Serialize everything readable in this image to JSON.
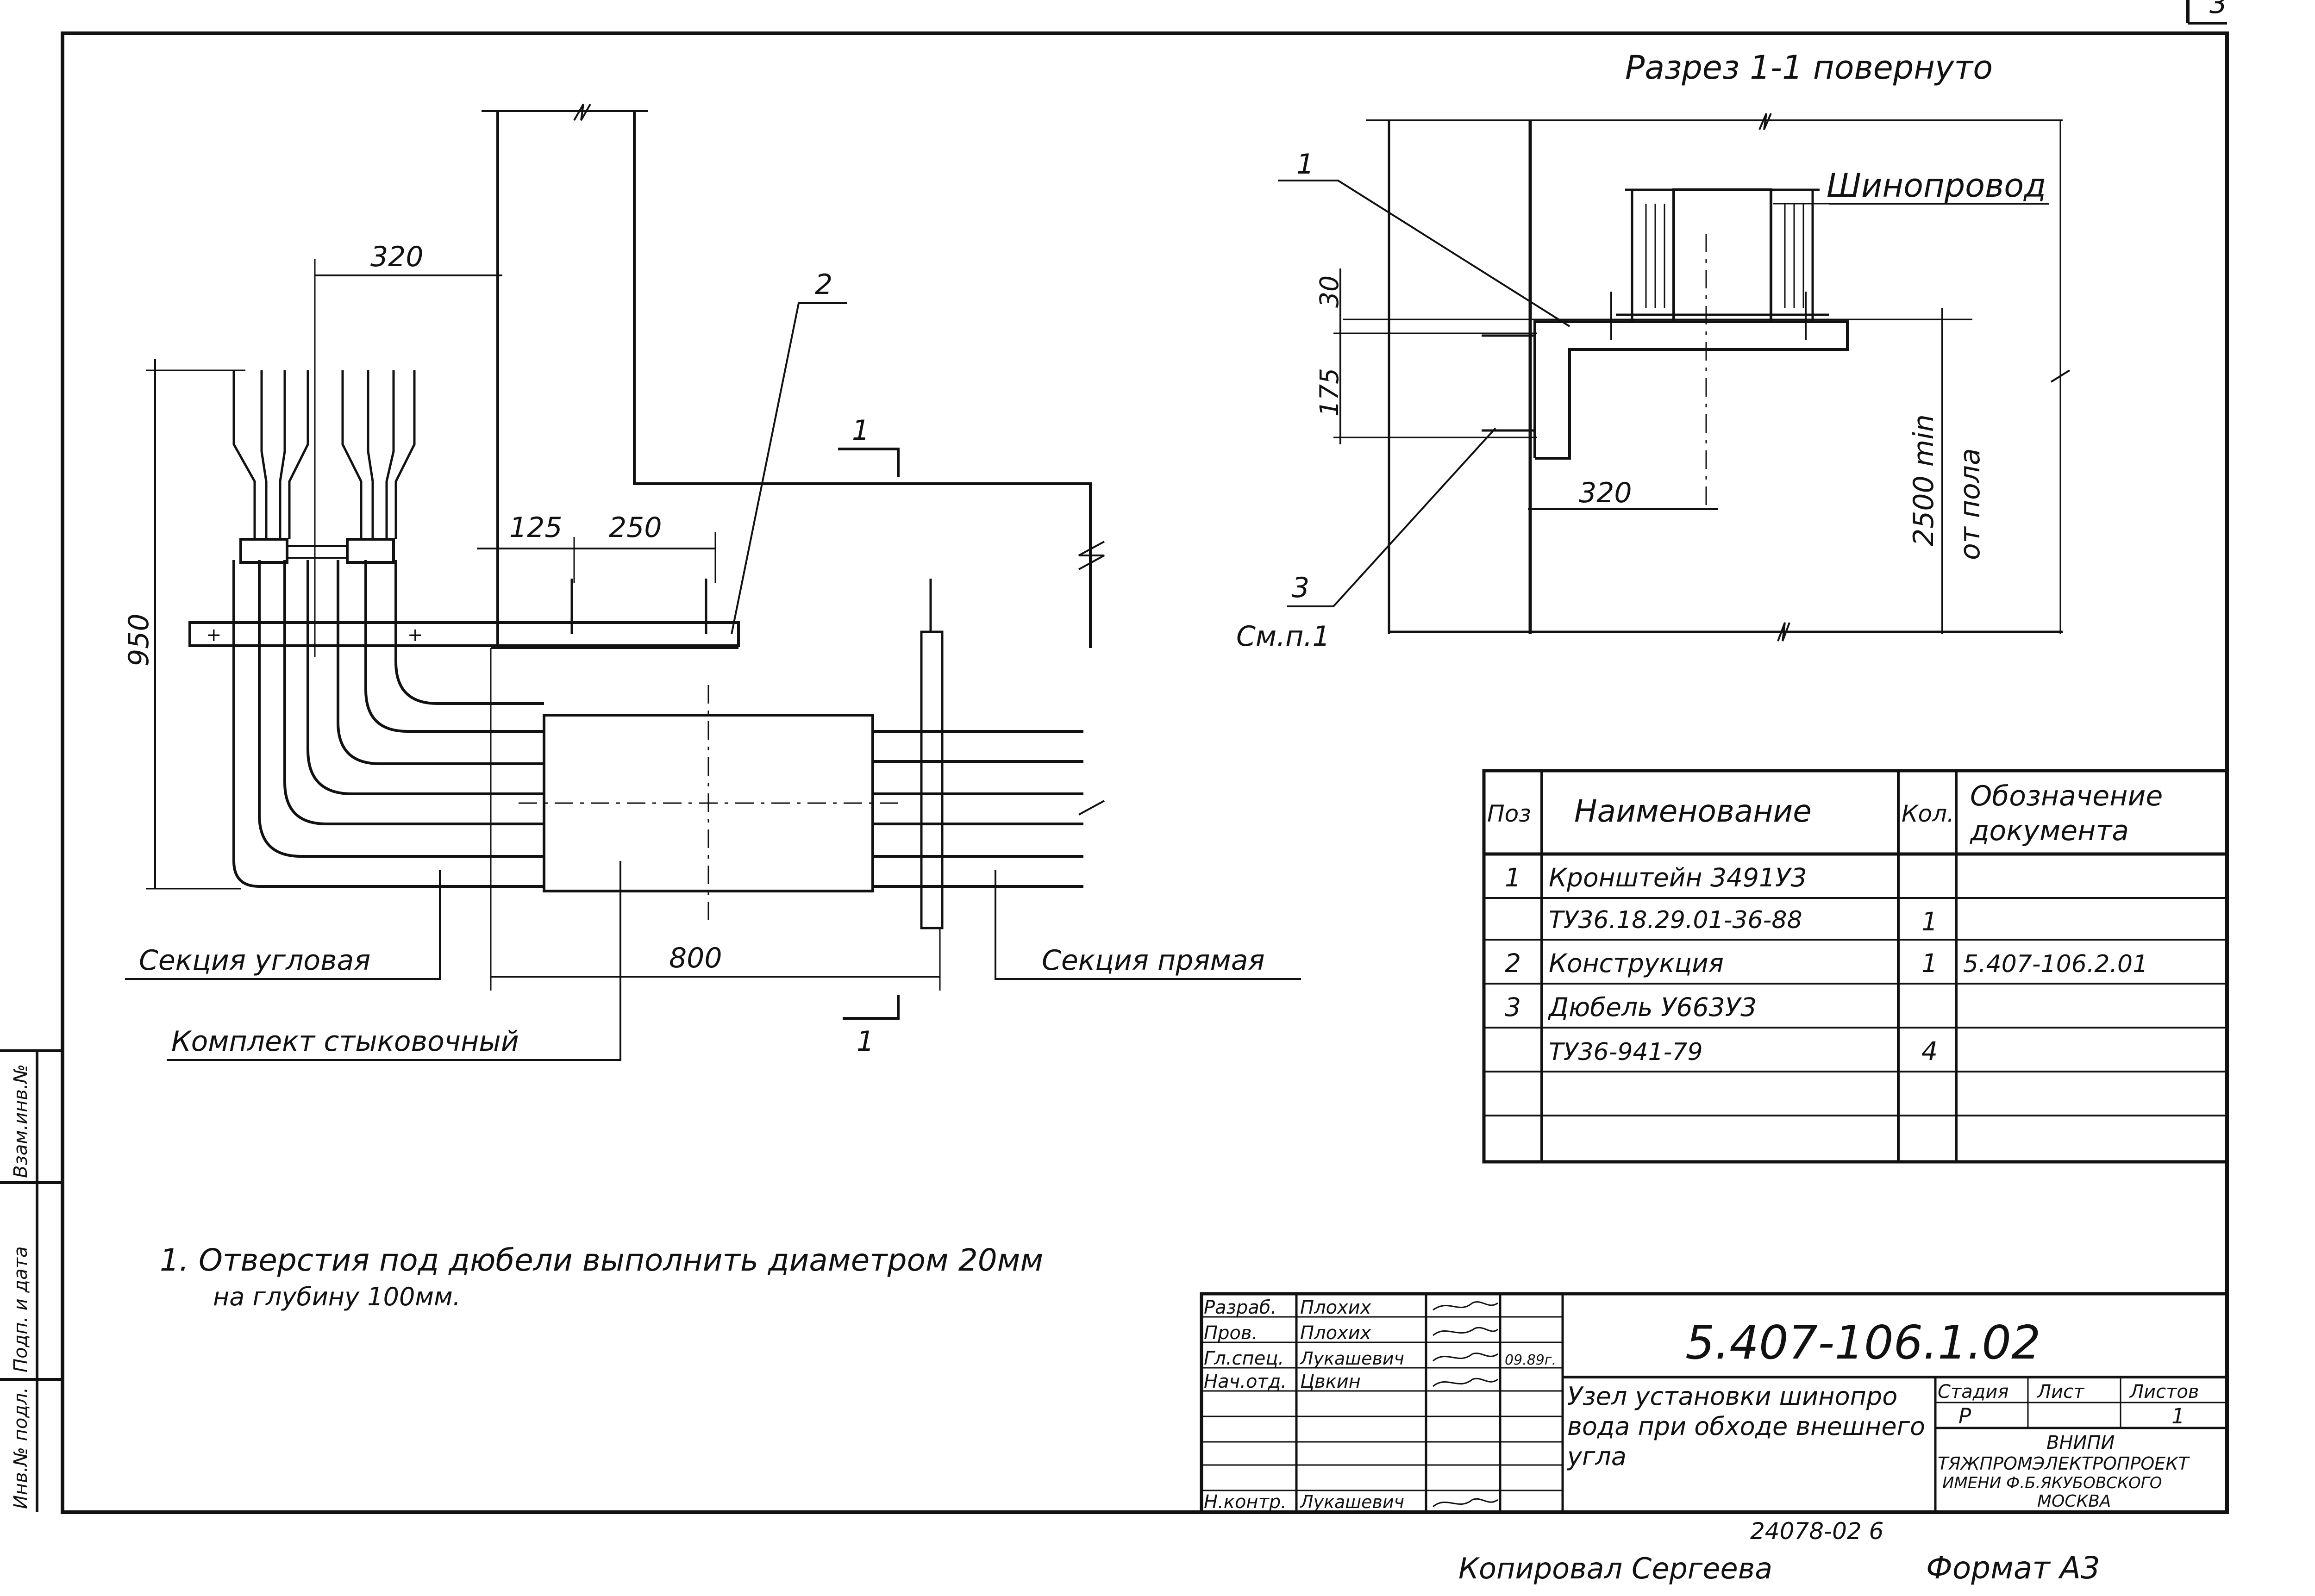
{
  "sheet_number": "3",
  "section_title": "Разрез 1-1 повернуто",
  "plan_view": {
    "dim_320": "320",
    "dim_950": "950",
    "dim_125": "125",
    "dim_250": "250",
    "dim_800": "800",
    "callout_2": "2",
    "cut_mark": "1",
    "label_corner_section": "Секция угловая",
    "label_straight_section": "Секция прямая",
    "label_joint_kit": "Комплект стыковочный"
  },
  "section_view": {
    "callout_1": "1",
    "callout_3": "3",
    "see_note": "См.п.1",
    "busbar_label": "Шинопровод",
    "dim_30": "30",
    "dim_175": "175",
    "dim_320": "320",
    "height_value": "2500 min",
    "height_note": "от пола"
  },
  "spec_table": {
    "headers": {
      "pos": "Поз",
      "name": "Наименование",
      "qty": "Кол.",
      "doc_line1": "Обозначение",
      "doc_line2": "документа"
    },
    "rows": [
      {
        "pos": "1",
        "name": "Кронштейн 3491У3",
        "qty": "",
        "doc": ""
      },
      {
        "pos": "",
        "name": "ТУ36.18.29.01-36-88",
        "qty": "1",
        "doc": ""
      },
      {
        "pos": "2",
        "name": "Конструкция",
        "qty": "1",
        "doc": "5.407-106.2.01"
      },
      {
        "pos": "3",
        "name": "Дюбель У663У3",
        "qty": "",
        "doc": ""
      },
      {
        "pos": "",
        "name": "ТУ36-941-79",
        "qty": "4",
        "doc": ""
      },
      {
        "pos": "",
        "name": "",
        "qty": "",
        "doc": ""
      },
      {
        "pos": "",
        "name": "",
        "qty": "",
        "doc": ""
      }
    ]
  },
  "notes": {
    "line1": "1. Отверстия под дюбели выполнить диаметром 20мм",
    "line2": "на глубину 100мм."
  },
  "title_block": {
    "code": "5.407-106.1.02",
    "title_line1": "Узел установки шинопро",
    "title_line2": "вода при обходе внешнего",
    "title_line3": "угла",
    "roles": [
      {
        "role": "Разраб.",
        "name": "Плохих",
        "date": ""
      },
      {
        "role": "Пров.",
        "name": "Плохих",
        "date": ""
      },
      {
        "role": "Гл.спец.",
        "name": "Лукашевич",
        "date": "09.89г."
      },
      {
        "role": "Нач.отд.",
        "name": "Цвкин",
        "date": ""
      },
      {
        "role": "",
        "name": "",
        "date": ""
      },
      {
        "role": "",
        "name": "",
        "date": ""
      },
      {
        "role": "Н.контр.",
        "name": "Лукашевич",
        "date": ""
      }
    ],
    "stage_header": "Стадия",
    "sheet_header": "Лист",
    "sheets_header": "Листов",
    "stage_value": "Р",
    "sheets_value": "1",
    "org_line1": "ВНИПИ",
    "org_line2": "ТЯЖПРОМЭЛЕКТРОПРОЕКТ",
    "org_line3": "ИМЕНИ Ф.Б.ЯКУБОВСКОГО",
    "org_line4": "МОСКВА"
  },
  "stamp_text": "24078-02 6",
  "copied_by": "Копировал Сергеева",
  "format": "Формат А3",
  "side_labels": {
    "a": "Взам.инв.№",
    "b": "Подп. и дата",
    "c": "Инв.№ подл."
  }
}
